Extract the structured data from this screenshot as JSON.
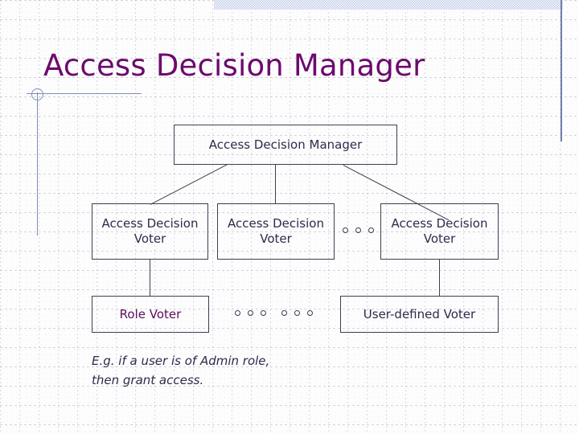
{
  "slide": {
    "title": "Access Decision Manager",
    "title_color": "#6d0a6d",
    "background_color": "#fdfdfe",
    "accent_rule_color": "#8290b8",
    "diagram_line_color": "#3f3f4f",
    "box_text_color": "#2c2c4a"
  },
  "decor": {
    "top_band_name": "hatched-band",
    "vertical_rule_right": "vertical-rule",
    "vertical_rule_left": "vertical-rule",
    "horizontal_rule_left": "horizontal-rule",
    "circle_marker": "circle-marker"
  },
  "diagram": {
    "type": "hierarchy",
    "root": {
      "label": "Access Decision Manager"
    },
    "voters": [
      {
        "id": "voter-1",
        "label": "Access Decision Voter"
      },
      {
        "id": "voter-2",
        "label": "Access Decision Voter"
      },
      {
        "id": "voter-3",
        "label": "Access Decision Voter"
      }
    ],
    "voter_ellipsis": {
      "between": "voter-2-and-voter-3",
      "dot_count": 3
    },
    "implementations": [
      {
        "id": "role-voter",
        "label": "Role Voter",
        "color": "#5c0d5c",
        "parent": "voter-1"
      },
      {
        "id": "user-defined-voter",
        "label": "User-defined Voter",
        "color": "#2c2c4a",
        "parent": "voter-3"
      }
    ],
    "implementation_ellipsis": [
      {
        "id": "dots-lower-a",
        "dot_count": 3
      },
      {
        "id": "dots-lower-b",
        "dot_count": 3
      }
    ],
    "connectors": [
      {
        "from": "root",
        "to": "voter-1",
        "style": "diagonal"
      },
      {
        "from": "root",
        "to": "voter-2",
        "style": "vertical"
      },
      {
        "from": "root",
        "to": "voter-3",
        "style": "diagonal"
      },
      {
        "from": "voter-1",
        "to": "role-voter",
        "style": "vertical"
      },
      {
        "from": "voter-3",
        "to": "user-defined-voter",
        "style": "vertical"
      }
    ]
  },
  "caption": {
    "line1": "E.g. if a user is of Admin role,",
    "line2": "then grant access."
  }
}
